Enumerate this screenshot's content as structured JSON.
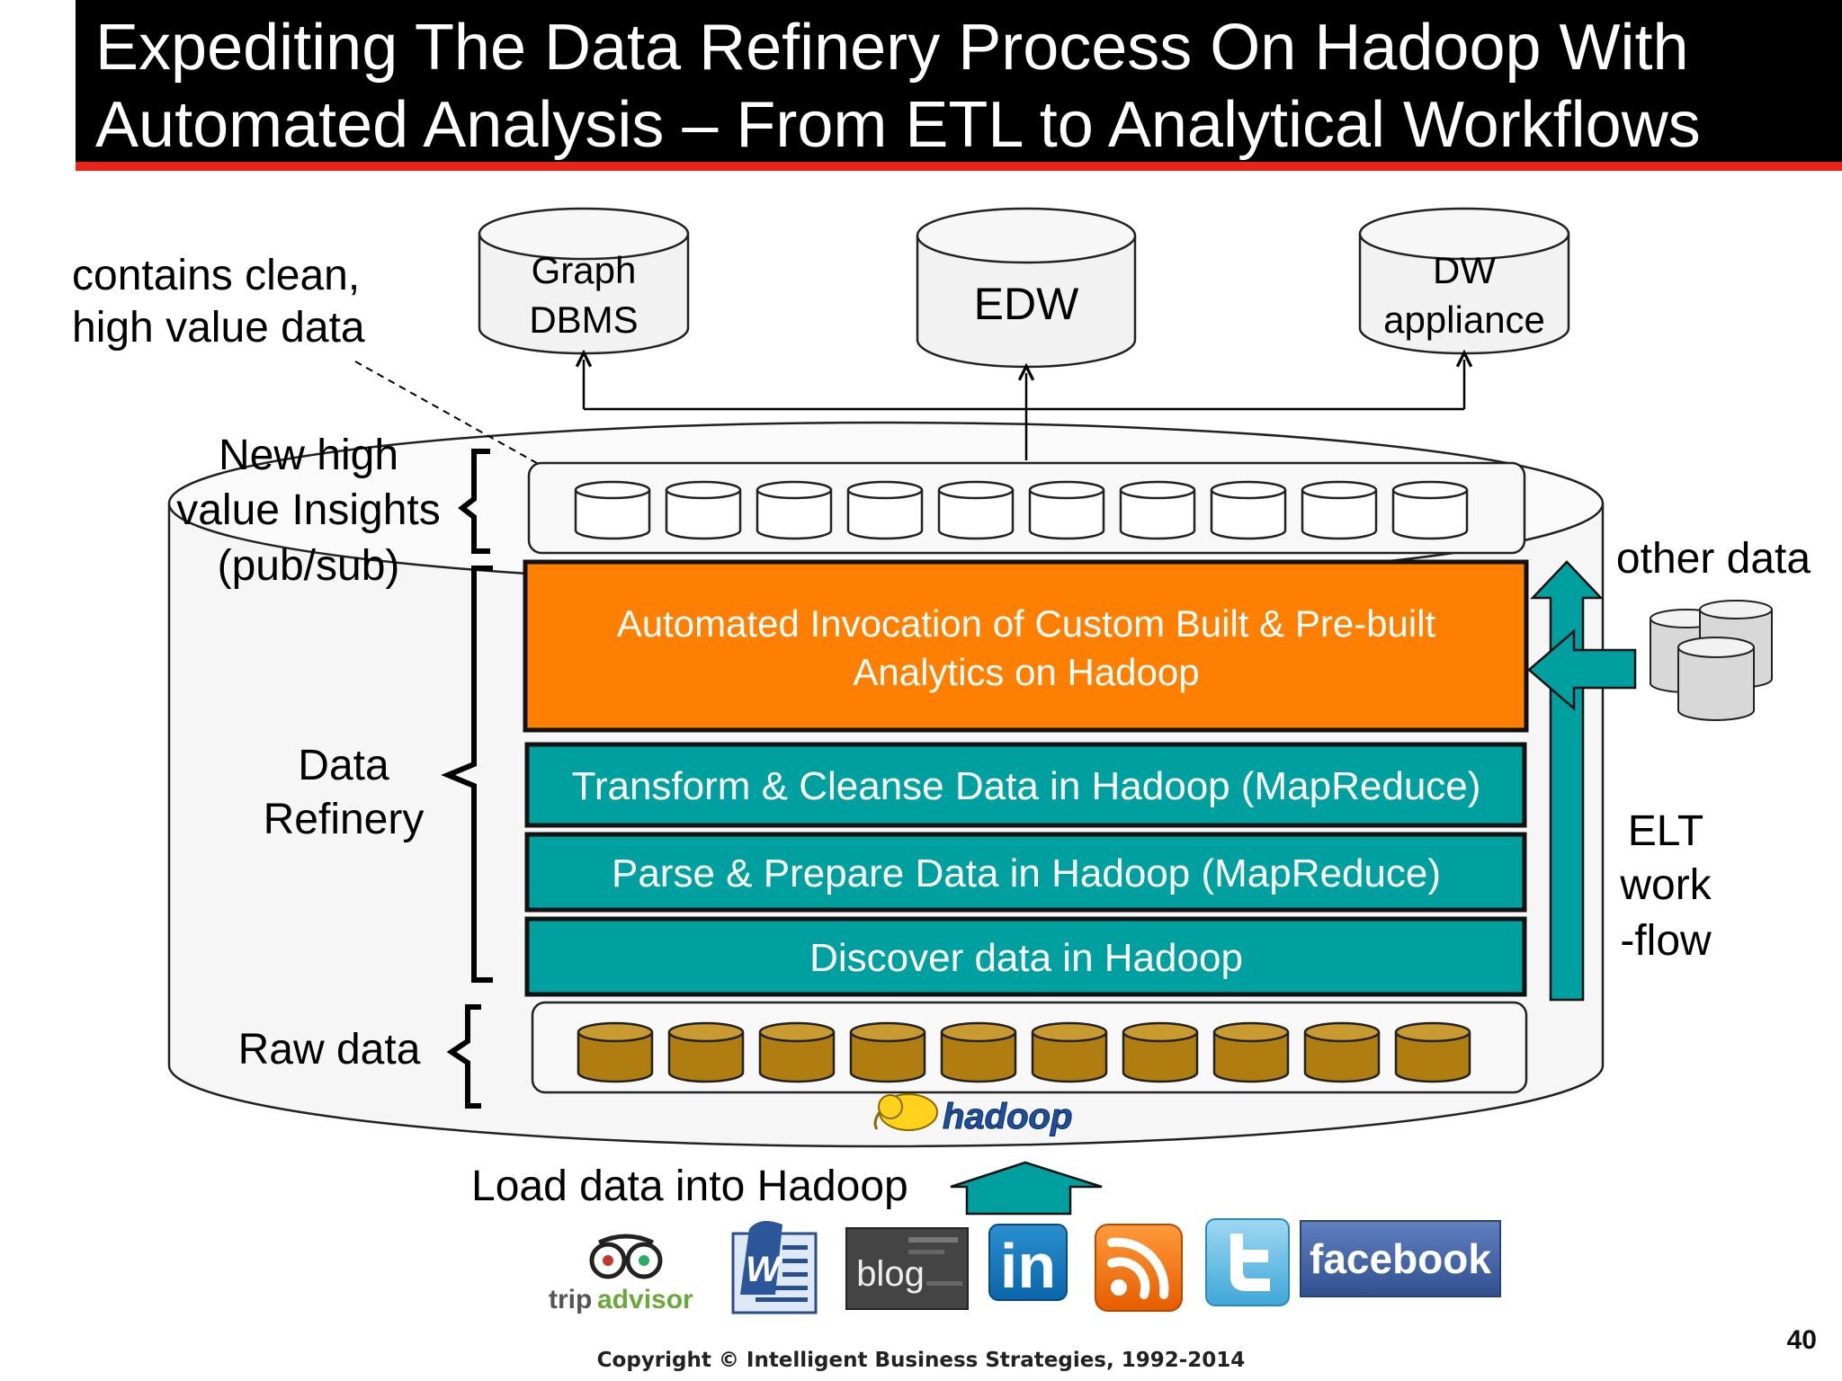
{
  "title": {
    "line1": "Expediting The Data Refinery Process On Hadoop With",
    "line2": "Automated Analysis – From ETL to Analytical Workflows"
  },
  "targets": {
    "graph_dbms": [
      "Graph",
      "DBMS"
    ],
    "edw": "EDW",
    "dw_appliance": [
      "DW",
      "appliance"
    ]
  },
  "callout": [
    "contains clean,",
    "high value data"
  ],
  "zones": {
    "insights": [
      "New high",
      "value Insights",
      "(pub/sub)"
    ],
    "refinery": [
      "Data",
      "Refinery"
    ],
    "raw": "Raw data"
  },
  "layers": {
    "analytics": [
      "Automated Invocation of Custom Built & Pre-built",
      "Analytics on Hadoop"
    ],
    "transform": "Transform & Cleanse Data in Hadoop (MapReduce)",
    "parse": "Parse & Prepare Data in Hadoop (MapReduce)",
    "discover": "Discover data in Hadoop"
  },
  "side": {
    "other_data": "other data",
    "elt": [
      "ELT",
      "work",
      "-flow"
    ]
  },
  "load_label": "Load data into Hadoop",
  "hadoop_logo": "hadoop",
  "sources": {
    "tripadvisor": [
      "trip",
      "advisor"
    ],
    "word": "W",
    "blog": "blog",
    "linkedin": "in",
    "facebook": "facebook"
  },
  "icons": {
    "tripadvisor": "tripadvisor-logo",
    "word": "word-document-icon",
    "blog": "blog-icon",
    "linkedin": "linkedin-icon",
    "rss": "rss-feed-icon",
    "twitter": "twitter-icon",
    "facebook": "facebook-icon"
  },
  "colors": {
    "orange": "#ff7f00",
    "teal": "#00a0a0",
    "gold": "#b07d10",
    "accent_red": "#e8241b"
  },
  "copyright": "Copyright © Intelligent Business Strategies, 1992-2014",
  "page_number": "40"
}
